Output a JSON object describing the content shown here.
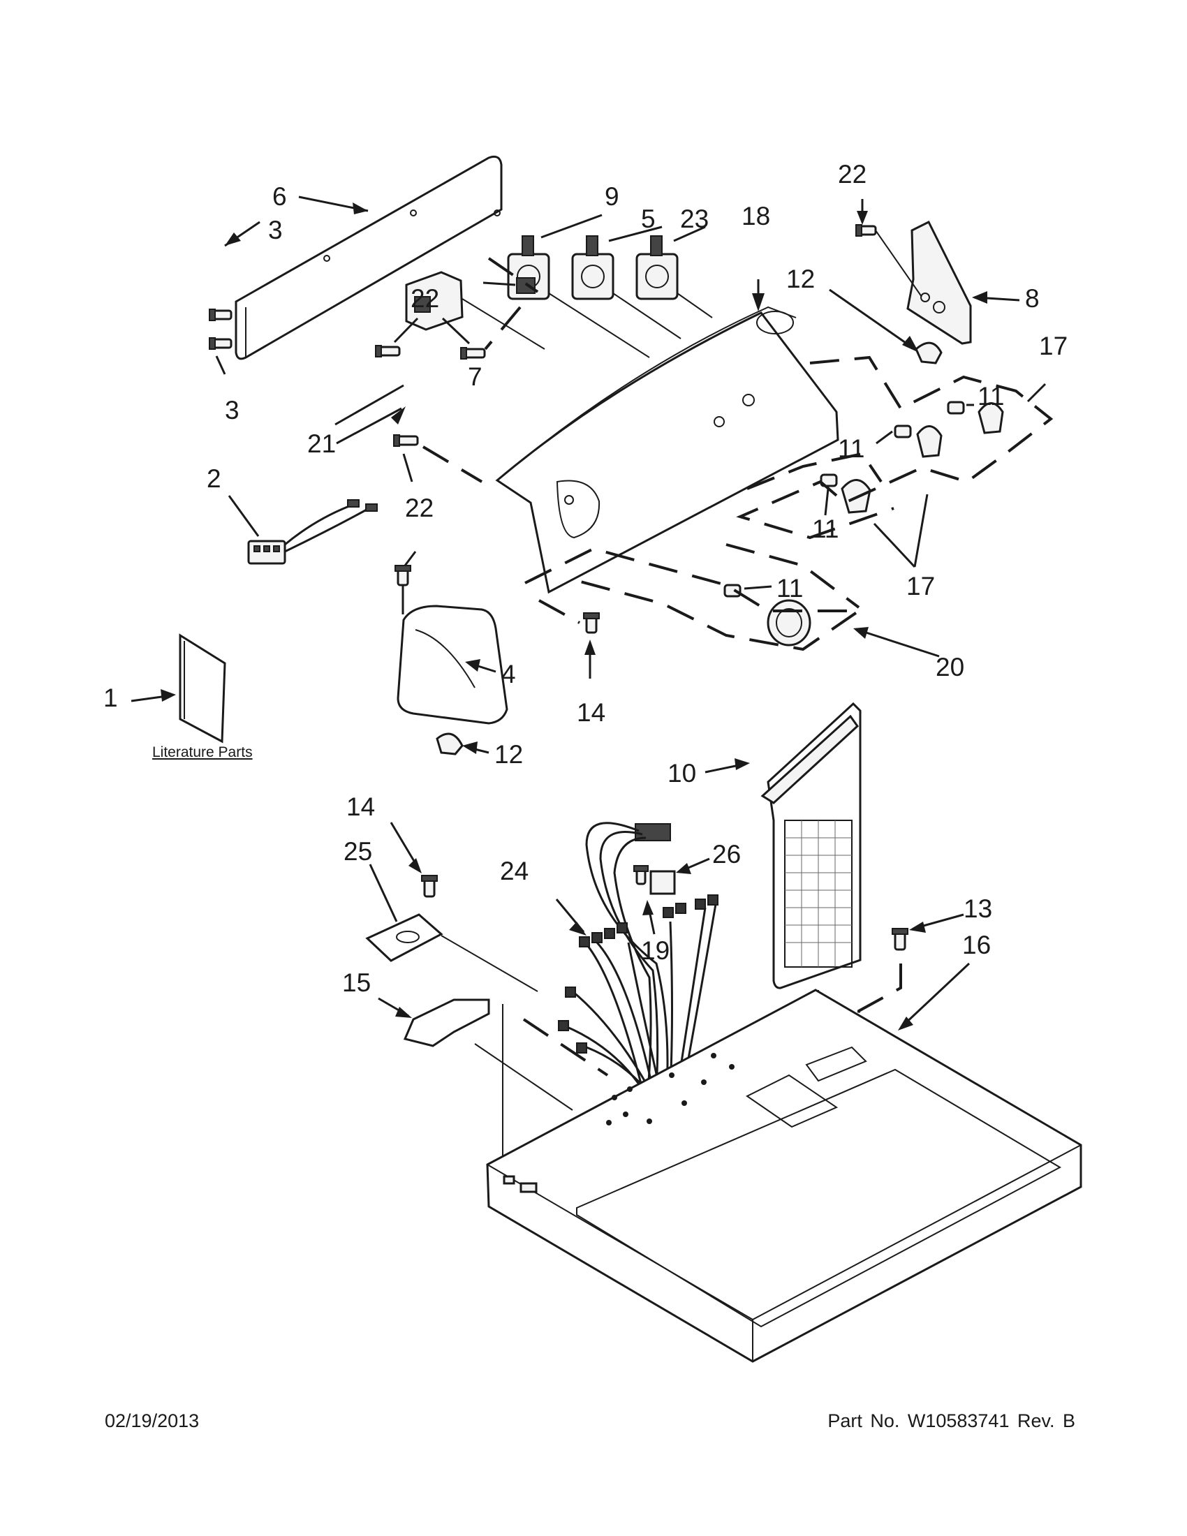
{
  "callouts": {
    "c1": "1",
    "c2": "2",
    "c3a": "3",
    "c3b": "3",
    "c4": "4",
    "c5": "5",
    "c6": "6",
    "c7": "7",
    "c8": "8",
    "c9": "9",
    "c10": "10",
    "c11a": "11",
    "c11b": "11",
    "c11c": "11",
    "c11d": "11",
    "c12a": "12",
    "c12b": "12",
    "c13": "13",
    "c14a": "14",
    "c14b": "14",
    "c15": "15",
    "c16": "16",
    "c17a": "17",
    "c17b": "17",
    "c18": "18",
    "c19": "19",
    "c20": "20",
    "c21": "21",
    "c22a": "22",
    "c22b": "22",
    "c22c": "22",
    "c23": "23",
    "c24": "24",
    "c25": "25",
    "c26": "26"
  },
  "literature_label": "Literature Parts",
  "footer": {
    "date": "02/19/2013",
    "part_number": "Part No.  W10583741  Rev.  B"
  }
}
